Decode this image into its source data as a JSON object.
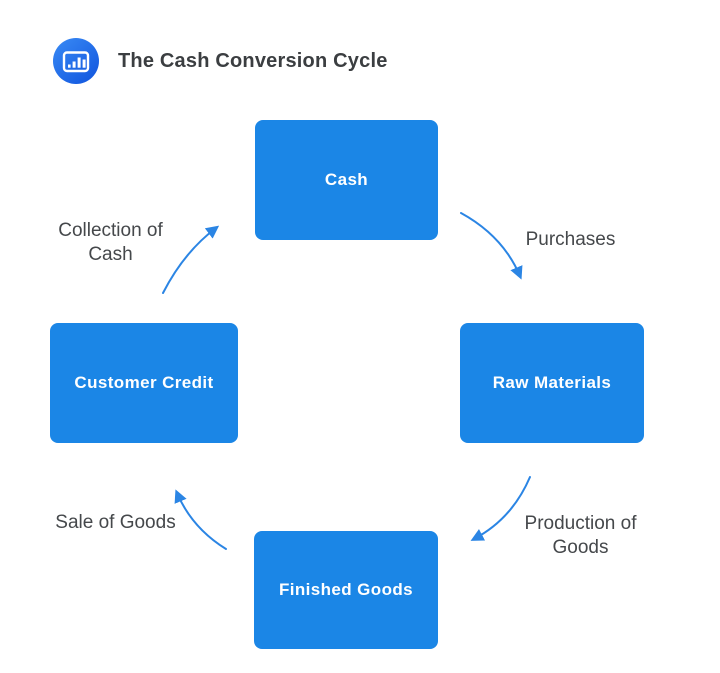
{
  "header": {
    "title": "The Cash Conversion Cycle",
    "logo_icon": "bar-chart-icon"
  },
  "colors": {
    "node_fill": "#1b86e6",
    "arrow": "#2b85e4",
    "title_text": "#3b3e41",
    "label_text": "#45484b",
    "logo_gradient_start": "#3a8bf5",
    "logo_gradient_end": "#1257df",
    "node_text": "#ffffff"
  },
  "diagram": {
    "nodes": [
      {
        "id": "cash",
        "label": "Cash"
      },
      {
        "id": "raw-materials",
        "label": "Raw Materials"
      },
      {
        "id": "finished-goods",
        "label": "Finished Goods"
      },
      {
        "id": "customer-credit",
        "label": "Customer Credit"
      }
    ],
    "edges": [
      {
        "from": "cash",
        "to": "raw-materials",
        "label": "Purchases"
      },
      {
        "from": "raw-materials",
        "to": "finished-goods",
        "label": "Production of\nGoods"
      },
      {
        "from": "finished-goods",
        "to": "customer-credit",
        "label": "Sale of Goods"
      },
      {
        "from": "customer-credit",
        "to": "cash",
        "label": "Collection of\nCash"
      }
    ]
  }
}
